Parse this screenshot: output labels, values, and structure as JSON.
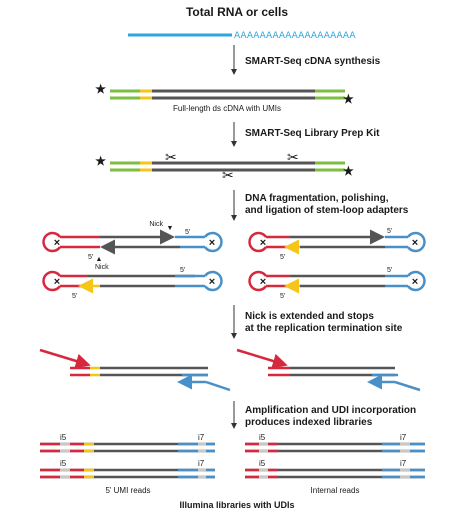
{
  "title": "Total RNA or cells",
  "polyA": "AAAAAAAAAAAAAAAAAAA",
  "steps": [
    {
      "lines": [
        "SMART-Seq cDNA synthesis"
      ]
    },
    {
      "lines": [
        "SMART-Seq Library Prep Kit"
      ]
    },
    {
      "lines": [
        "DNA fragmentation, polishing,",
        "and ligation of stem-loop adapters"
      ]
    },
    {
      "lines": [
        "Nick is extended and stops",
        "at the replication termination site"
      ]
    },
    {
      "lines": [
        "Amplification and UDI incorporation",
        "produces indexed libraries"
      ]
    }
  ],
  "labels": {
    "cdna_caption": "Full-length ds cDNA with UMIs",
    "nick": "Nick",
    "five_prime": "5'",
    "i5": "i5",
    "i7": "i7",
    "umi_reads": "5' UMI reads",
    "internal_reads": "Internal reads",
    "footer": "Illumina libraries with UDIs"
  },
  "colors": {
    "rna": "#29a7de",
    "dark_strand": "#555555",
    "green": "#7dbd3f",
    "yellow": "#f5c518",
    "red": "#d6293e",
    "blue": "#4a90c8",
    "gray_index": "#c8c8c8",
    "arrow": "#333333"
  },
  "icons": [
    "star-icon",
    "scissors-icon",
    "x-mark-icon",
    "nick-triangle-icon",
    "down-arrow-icon"
  ]
}
